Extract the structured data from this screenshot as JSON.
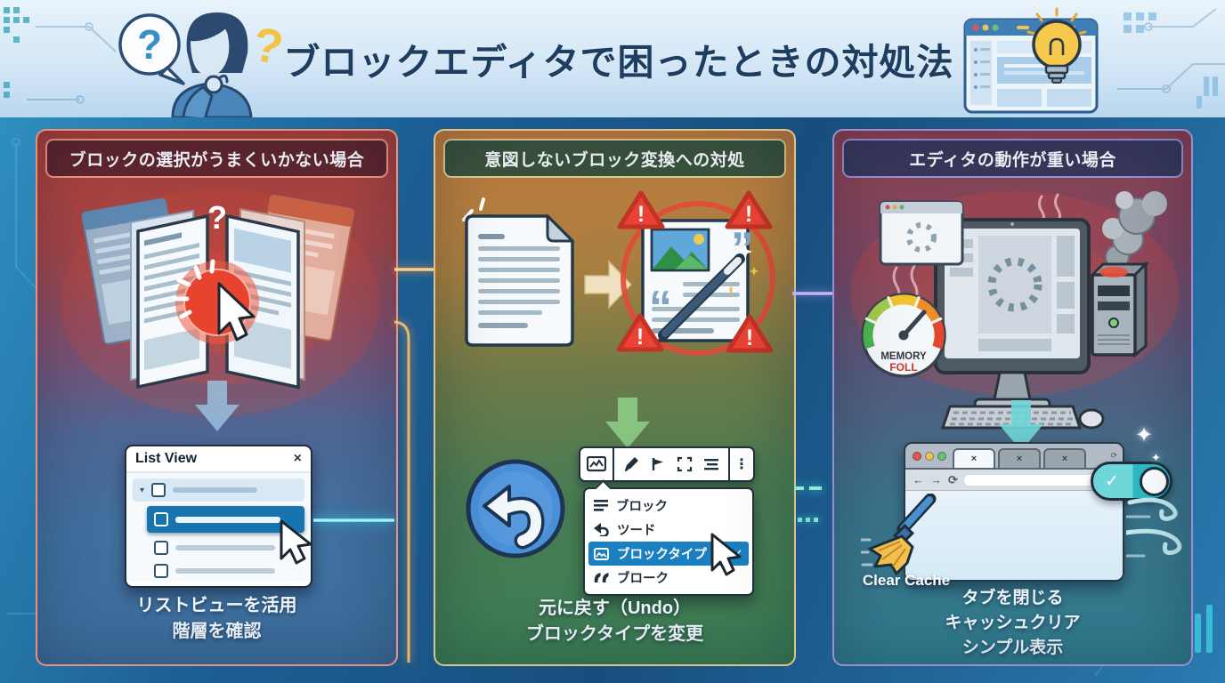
{
  "header": {
    "title": "ブロックエディタで困ったときの対処法"
  },
  "icons": {
    "question_mark": "?",
    "close": "×",
    "check": "✓",
    "caret_down": "▾",
    "back": "←",
    "forward": "→",
    "reload": "⟳",
    "exclamation": "!",
    "sparkle": "✦",
    "kebab": "⋮",
    "quote_open": "“",
    "quote_close": "”"
  },
  "colors": {
    "selected_row_blue": "#1774ae",
    "menu_selected_blue": "#1b80c2",
    "warning_red": "#ea4335",
    "toggle_teal": "#2fb9c2",
    "undo_blue": "#4a90d9",
    "panel1_border": "#e8917d",
    "panel2_border": "#dcc38c",
    "panel3_border": "#9b8ed0"
  },
  "panels": [
    {
      "header": "ブロックの選択がうまくいかない場合",
      "list_view": {
        "title": "List View"
      },
      "caption_lines": [
        "リストビューを活用",
        "階層を確認"
      ]
    },
    {
      "header": "意図しないブロック変換への対処",
      "menu": {
        "items": [
          {
            "label": "ブロック",
            "selected": false
          },
          {
            "label": "ツード",
            "selected": false
          },
          {
            "label": "ブロックタイプ",
            "selected": true
          },
          {
            "label": "ブローク",
            "selected": false
          }
        ]
      },
      "caption_lines": [
        "元に戻す（Undo）",
        "ブロックタイプを変更"
      ]
    },
    {
      "header": "エディタの動作が重い場合",
      "gauge": {
        "line1": "MEMORY",
        "line2": "FOLL"
      },
      "clear_cache_label": "Clear Cache",
      "caption_lines": [
        "タブを閉じる",
        "キャッシュクリア",
        "シンプル表示"
      ]
    }
  ]
}
